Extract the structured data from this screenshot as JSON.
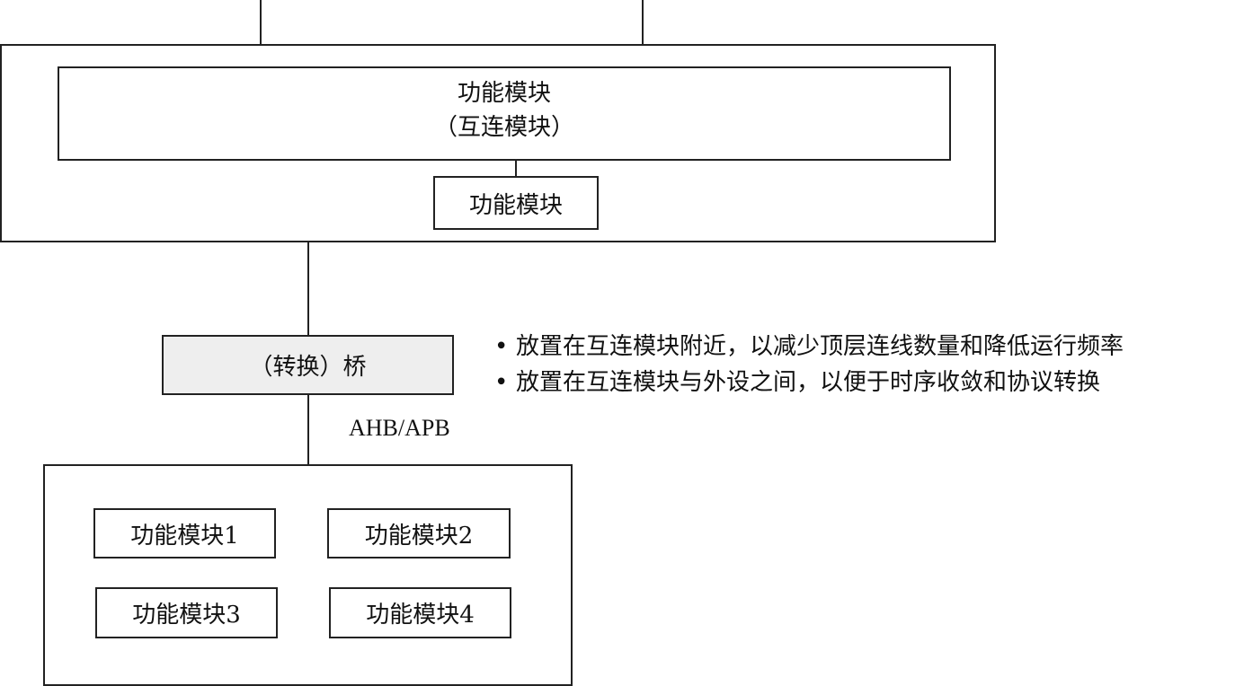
{
  "top_block": {
    "interconnect_module": {
      "line1": "功能模块",
      "line2": "（互连模块）"
    },
    "function_module": "功能模块"
  },
  "bridge": {
    "label": "（转换）桥",
    "bus_label": "AHB/APB"
  },
  "notes": {
    "bullet": "•",
    "items": [
      "放置在互连模块附近，以减少顶层连线数量和降低运行频率",
      "放置在互连模块与外设之间，以便于时序收敛和协议转换"
    ]
  },
  "peripheral_block": {
    "modules": [
      "功能模块1",
      "功能模块2",
      "功能模块3",
      "功能模块4"
    ]
  }
}
